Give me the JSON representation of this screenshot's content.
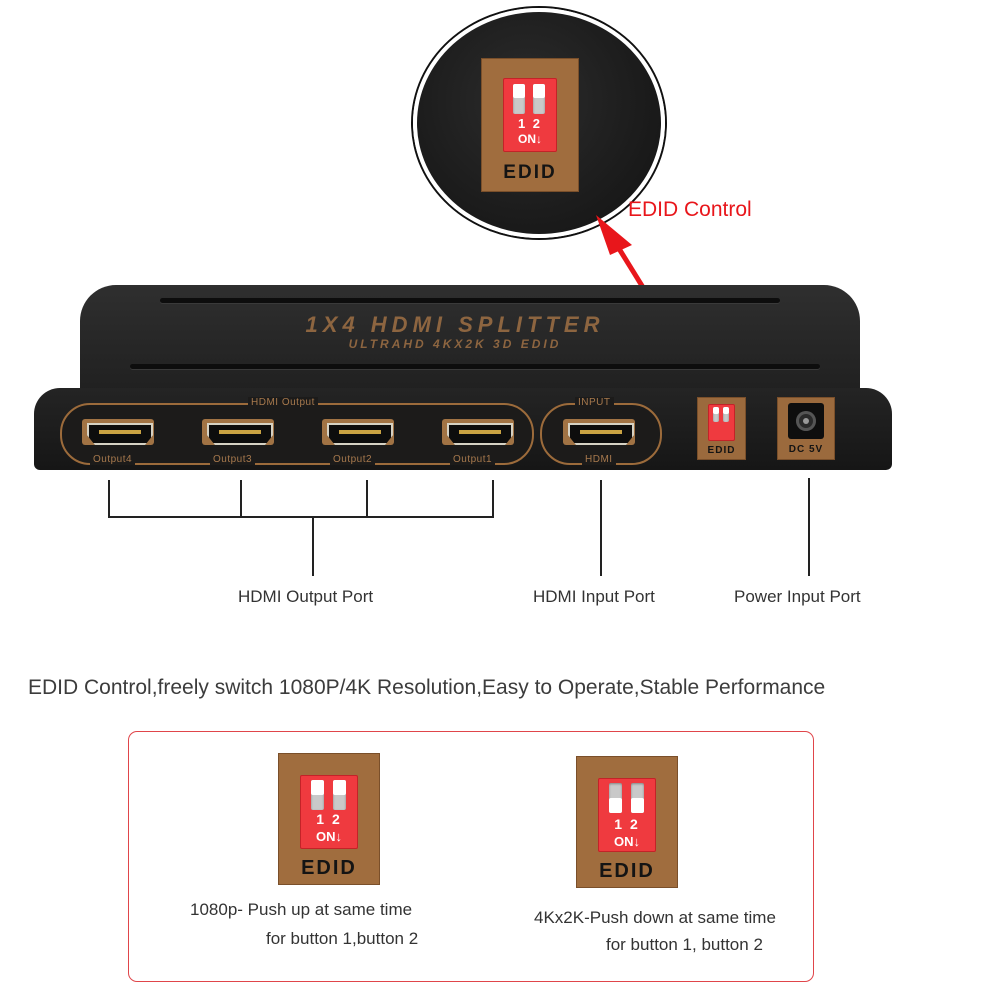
{
  "callouts": {
    "edid_control": "EDID Control",
    "hdmi_output_port": "HDMI Output Port",
    "hdmi_input_port": "HDMI Input Port",
    "power_input_port": "Power Input Port"
  },
  "device": {
    "title": "1X4 HDMI SPLITTER",
    "subtitle": "ULTRAHD 4KX2K 3D EDID",
    "output_group_label": "HDMI Output",
    "output_ports": [
      "Output4",
      "Output3",
      "Output2",
      "Output1"
    ],
    "input_top_label": "INPUT",
    "input_bottom_label": "HDMI",
    "edid_switch_label": "EDID",
    "dc_label": "DC 5V"
  },
  "dip_switch": {
    "numbers": "1 2",
    "on_label": "ON↓",
    "edid_label": "EDID"
  },
  "headline": "EDID Control,freely switch 1080P/4K Resolution,Easy to Operate,Stable Performance",
  "modes": [
    {
      "line1": "1080p- Push up at same time",
      "line2": "for button 1,button 2",
      "switch_state": "up"
    },
    {
      "line1": "4Kx2K-Push down at same time",
      "line2": "for button 1, button 2",
      "switch_state": "down"
    }
  ],
  "colors": {
    "accent_red": "#e8161b",
    "dip_red": "#ef3a3f",
    "bronze": "#a06d3e",
    "device_body": "#1c1c1c"
  }
}
